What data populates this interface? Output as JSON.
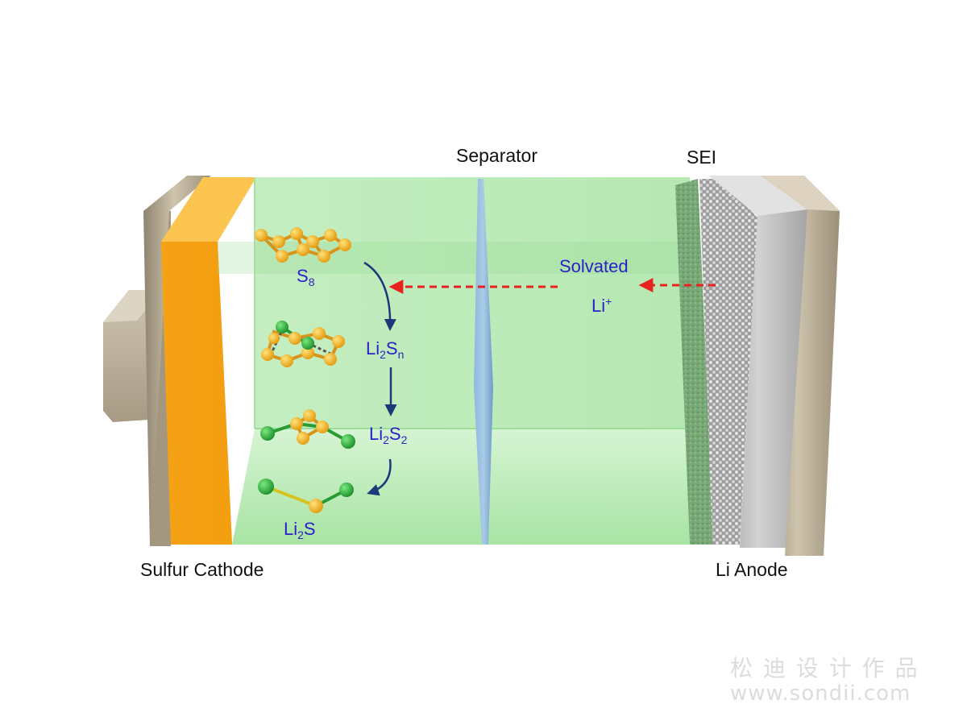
{
  "labels": {
    "separator": "Separator",
    "sei": "SEI",
    "cathode": "Sulfur Cathode",
    "anode": "Li Anode",
    "solvated": "Solvated",
    "li_ion": {
      "base": "Li",
      "sup": "+"
    }
  },
  "species": {
    "s8": {
      "base": "S",
      "sub": "8"
    },
    "li2sn": {
      "a": "Li",
      "a_sub": "2",
      "b": "S",
      "b_sub": "n"
    },
    "li2s2": {
      "a": "Li",
      "a_sub": "2",
      "b": "S",
      "b_sub": "2"
    },
    "li2s": {
      "a": "Li",
      "a_sub": "2",
      "b": "S"
    }
  },
  "watermark": {
    "line1": "松 迪 设 计 作 品",
    "line2": "www.sondii.com"
  },
  "colors": {
    "cathode_layer": "#f7a81b",
    "electrolyte": "#b8ecb4",
    "separator": "#7fb0d8",
    "sei": "#a9a9a9",
    "anode": "#c8c8c8",
    "casing": "#b5a88f",
    "sulfur_atom": "#f2b21e",
    "lithium_atom": "#29b83a",
    "ion_arrow": "#e8231f",
    "reaction_arrow": "#1c3a78",
    "chem_text": "#2a1fc8"
  }
}
